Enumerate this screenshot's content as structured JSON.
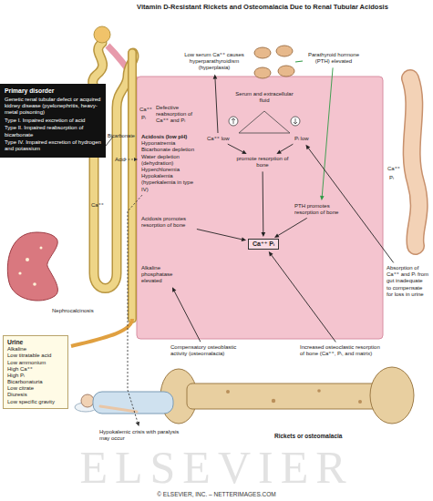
{
  "diagram": {
    "title": "Vitamin D-Resistant Rickets and Osteomalacia Due to Renal Tubular Acidosis",
    "caption": "© ELSEVIER, INC. – NETTERIMAGES.COM",
    "nodes": [
      {
        "text": [
          "Primary disorder",
          "Genetic renal tubular defect or acquired kidney disease (pyelonephritis, heavy-metal poisoning)",
          "Type I. Impaired excretion of acid",
          "Type II. Impaired reabsorption of bicarbonate",
          "Type IV. Impaired excretion of hydrogen and potassium"
        ]
      },
      {
        "text": [
          "Serum and extracellular fluid"
        ]
      },
      {
        "text": [
          "Acidosis (low pH)",
          "Hyponatremia",
          "Bicarbonate depletion",
          "Water depletion (dehydration)",
          "Hyperchloremia",
          "Hypokalemia (hyperkalemia in type IV)"
        ],
        "in": 1
      },
      {
        "text": [
          "Ca⁺⁺ low"
        ],
        "in": 1
      },
      {
        "text": [
          "Pᵢ low"
        ],
        "in": 1
      },
      {
        "text": [
          "Acidosis promotes resorption of bone"
        ],
        "in": 1
      },
      {
        "text": [
          "promote resorption of bone"
        ],
        "in": 1
      },
      {
        "text": [
          "PTH promotes resorption of bone"
        ],
        "in": 1
      },
      {
        "text": [
          "Ca⁺⁺ Pᵢ"
        ],
        "in": 1
      },
      {
        "text": [
          "Alkaline phosphatase elevated"
        ],
        "in": 1
      },
      {
        "text": [
          "Low serum Ca⁺⁺ causes hyperparathyroidism (hyperplasia)"
        ]
      },
      {
        "text": [
          "Parathyroid hormone (PTH) elevated"
        ]
      },
      {
        "text": [
          "Absorption of Ca⁺⁺ and Pᵢ from gut inadequate to compensate for loss in urine"
        ]
      },
      {
        "text": [
          "Urine",
          "Alkaline",
          "Low titratable acid",
          "Low ammonium",
          "High Ca⁺⁺",
          "High Pᵢ",
          "Bicarbonaturia",
          "Low citrate",
          "Diuresis",
          "Low specific gravity"
        ]
      },
      {
        "text": [
          "Nephrocalcinosis"
        ]
      },
      {
        "text": [
          "Hypokalemic crisis with paralysis may occur"
        ]
      },
      {
        "text": [
          "Compensatory osteoblastic activity (osteomalacia)"
        ]
      },
      {
        "text": [
          "Increased osteoclastic resorption of bone (Ca⁺⁺, Pᵢ, and matrix)"
        ]
      },
      {
        "text": [
          "Rickets or osteomalacia"
        ]
      }
    ],
    "edges": [
      {
        "from": 3,
        "to": 10,
        "arrow": "to"
      },
      {
        "from": 11,
        "to": 7,
        "arrow": "to"
      },
      {
        "from": 7,
        "to": 8,
        "arrow": "to"
      },
      {
        "from": 5,
        "to": 8,
        "arrow": "to"
      },
      {
        "from": 6,
        "to": 8,
        "arrow": "to"
      },
      {
        "from": 3,
        "to": 6,
        "arrow": "to"
      },
      {
        "from": 4,
        "to": 6,
        "arrow": "to"
      },
      {
        "from": 17,
        "to": 8,
        "arrow": "to"
      },
      {
        "from": 16,
        "to": 9,
        "arrow": "to"
      },
      {
        "from": 12,
        "to": 4,
        "arrow": "to"
      },
      {
        "from": 2,
        "to": 15,
        "arrow": "to"
      }
    ],
    "labels": [
      "Ca⁺⁺",
      "Pᵢ",
      "Defective reabsorption of Ca⁺⁺ and Pᵢ",
      "Bicarbonate",
      "Acid",
      "Ca⁺⁺",
      "Ca⁺⁺",
      "Pᵢ",
      "ELSEVIER"
    ]
  }
}
